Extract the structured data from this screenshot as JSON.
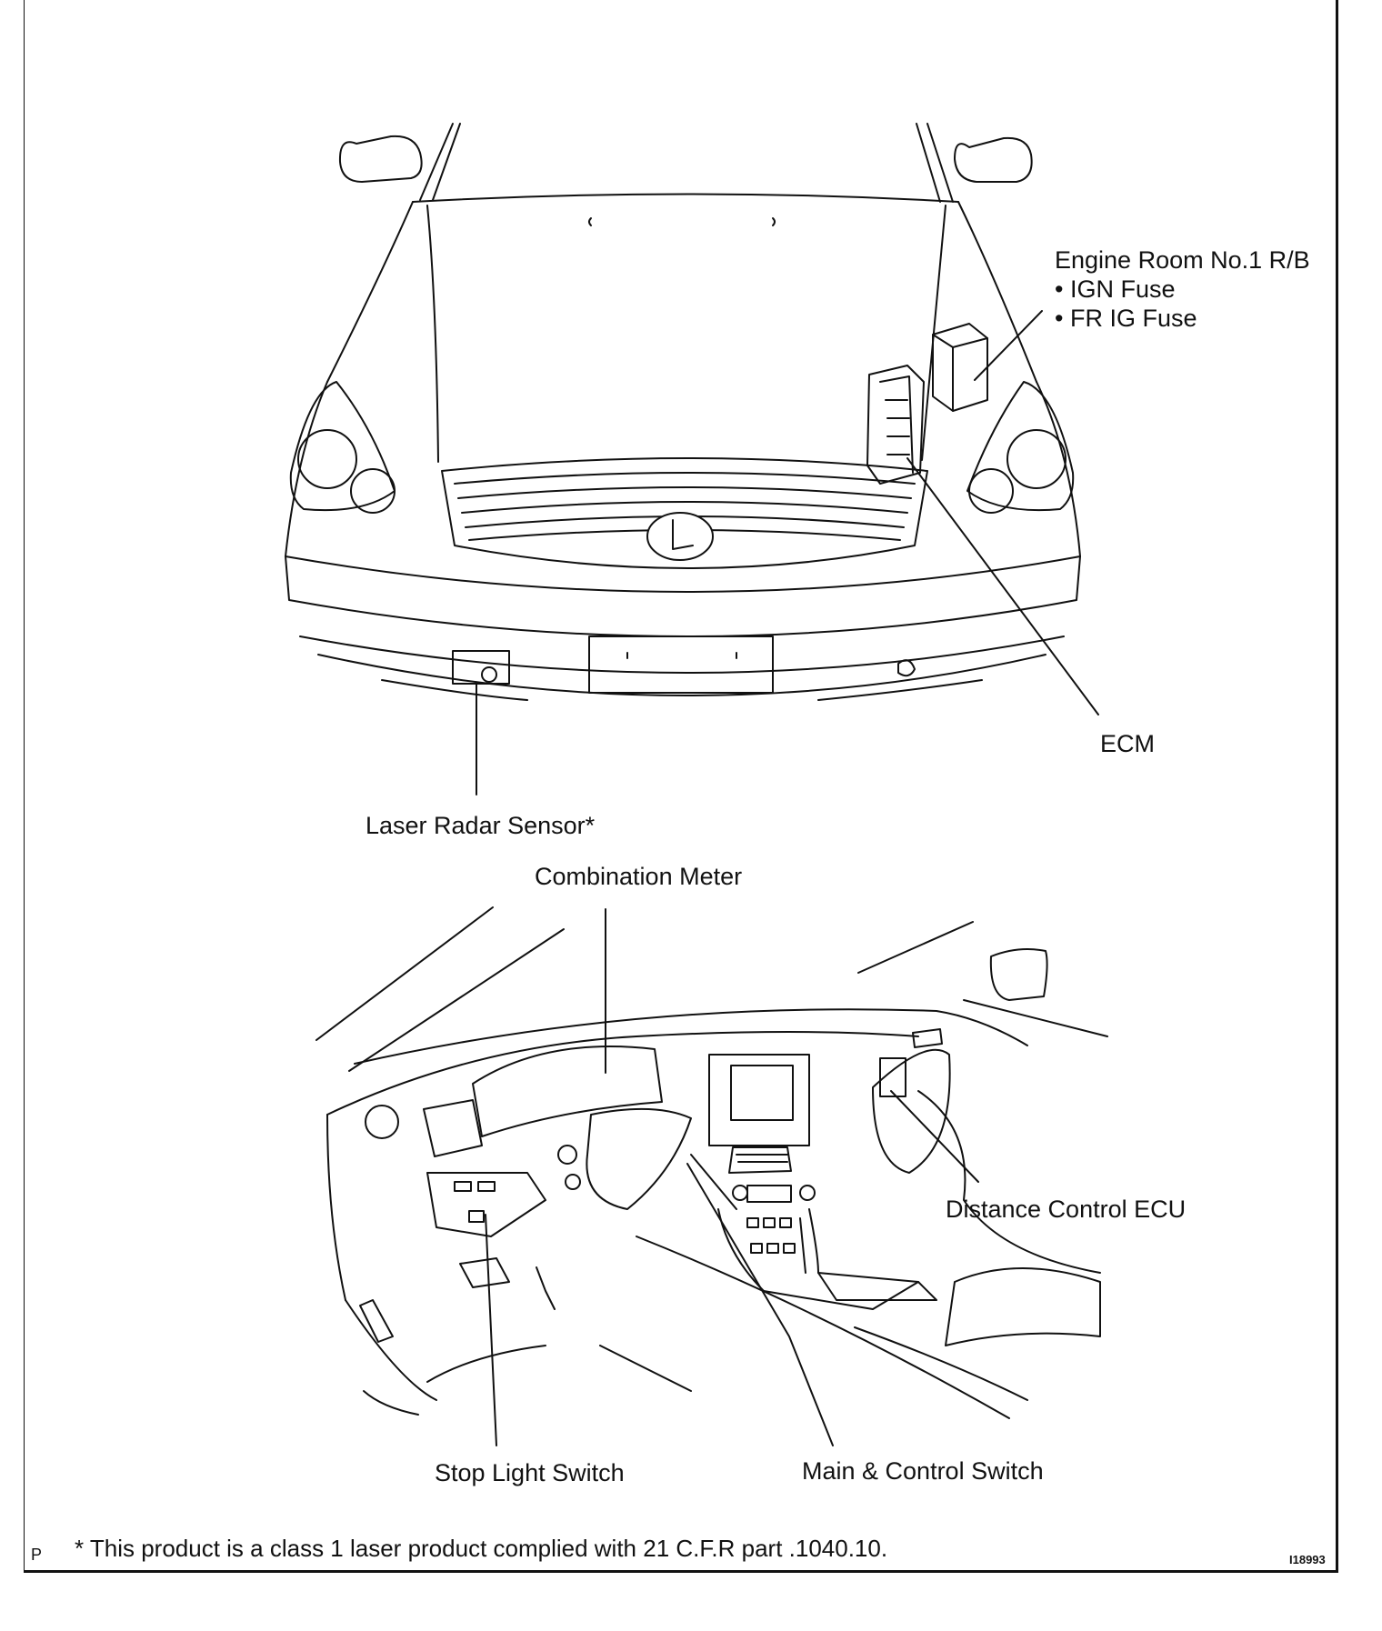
{
  "labels": {
    "engine_room_rb": "Engine Room No.1 R/B",
    "ign_fuse": "IGN Fuse",
    "fr_ig_fuse": "FR IG Fuse",
    "ecm": "ECM",
    "laser_radar_sensor": "Laser Radar Sensor*",
    "combination_meter": "Combination Meter",
    "distance_control_ecu": "Distance Control ECU",
    "stop_light_switch": "Stop Light Switch",
    "main_control_switch": "Main & Control Switch"
  },
  "footer": {
    "page_marker": "P",
    "note": "* This product is a class 1 laser product complied with 21 C.F.R part .1040.10.",
    "figure_code": "I18993"
  }
}
